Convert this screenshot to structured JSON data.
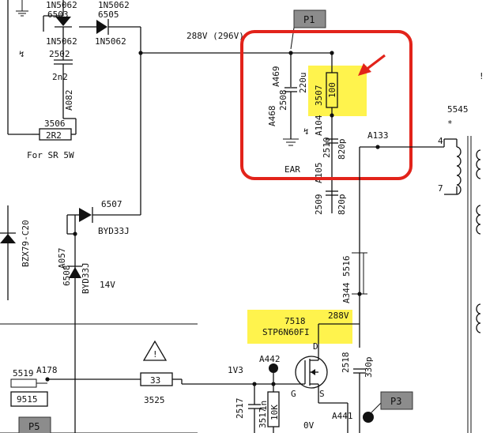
{
  "labels": {
    "d6503_top": "1N5062",
    "d6503_ref": "6503",
    "d6503_part": "1N5062",
    "d6505_top": "1N5062",
    "d6505_ref": "6505",
    "d6505_part": "1N5062",
    "c2502_ref": "2502",
    "c2502_val": "2n2",
    "a082": "A082",
    "r3506_ref": "3506",
    "r3506_val": "2R2",
    "for_sr": "For SR 5W",
    "rail_288": "288V (296V)",
    "a469": "A469",
    "a468": "A468",
    "c2508_ref": "2508",
    "c2508_val": "220u",
    "r3507_ref": "3507",
    "r3507_val": "100",
    "a104": "A104",
    "c2510_ref": "2510",
    "c2510_val": "820p",
    "ear": "EAR",
    "a105": "A105",
    "c2509_ref": "2509",
    "c2509_val": "820p",
    "a133": "A133",
    "t5545_ref": "5545",
    "t_star": "*",
    "pin4": "4",
    "pin7": "7",
    "d6507_ref": "6507",
    "d6507_part": "BYD33J",
    "a057": "A057",
    "d6508_ref": "6508",
    "d6508_part": "BYD33J",
    "v14": "14V",
    "zener_part": "BZX79-C20",
    "l5516": "5516",
    "a344": "A344",
    "q7518_ref": "7518",
    "q7518_part": "STP6N60FI",
    "v288_drain": "288V",
    "pin_d": "D",
    "pin_g": "G",
    "pin_s": "S",
    "a442": "A442",
    "v1v3": "1V3",
    "c2518_ref": "2518",
    "c2518_val": "330p",
    "c2517_ref": "2517",
    "c2517_val": "1n",
    "r3517_ref": "3517",
    "r3517_val": "10K",
    "v0": "0V",
    "a441": "A441",
    "r3525_val": "33",
    "r3525_ref": "3525",
    "l5519": "5519",
    "a178": "A178",
    "l9515": "9515",
    "warn_mark": "!",
    "lightning_mark": "↯"
  },
  "tags": {
    "p1": "P1",
    "p3": "P3",
    "p5": "P5"
  },
  "colors": {
    "highlight": "#fff34d",
    "callout": "#e2231a",
    "tag": "#8c8c8c"
  }
}
